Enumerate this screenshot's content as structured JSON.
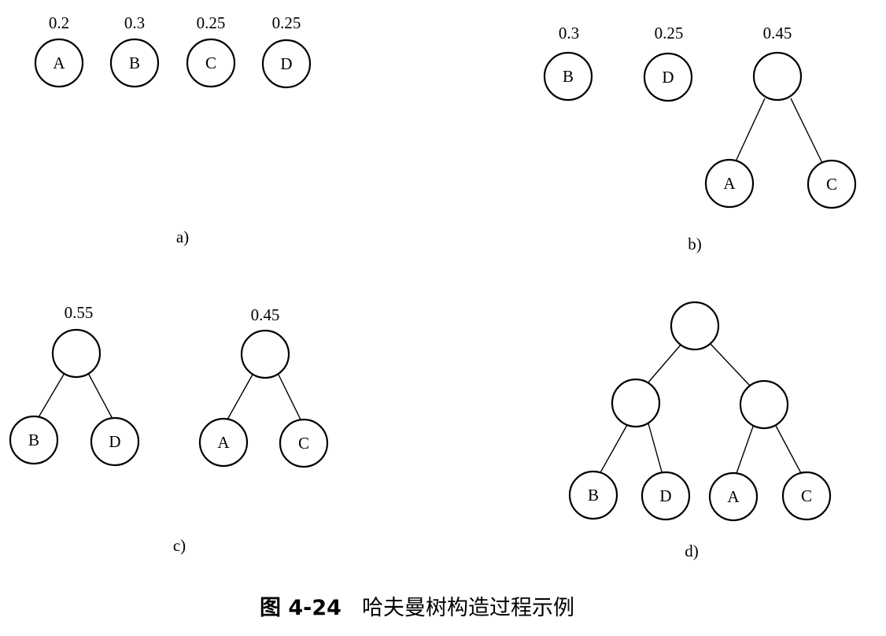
{
  "caption": {
    "number": "图 4-24",
    "text": "哈夫曼树构造过程示例"
  },
  "panels": {
    "a": {
      "label": "a)",
      "nodes": [
        {
          "letter": "A",
          "weight": "0.2"
        },
        {
          "letter": "B",
          "weight": "0.3"
        },
        {
          "letter": "C",
          "weight": "0.25"
        },
        {
          "letter": "D",
          "weight": "0.25"
        }
      ]
    },
    "b": {
      "label": "b)",
      "nodes": [
        {
          "letter": "B",
          "weight": "0.3"
        },
        {
          "letter": "D",
          "weight": "0.25"
        },
        {
          "letter": "",
          "weight": "0.45"
        },
        {
          "letter": "A",
          "weight": ""
        },
        {
          "letter": "C",
          "weight": ""
        }
      ]
    },
    "c": {
      "label": "c)",
      "nodes": [
        {
          "letter": "",
          "weight": "0.55"
        },
        {
          "letter": "B",
          "weight": ""
        },
        {
          "letter": "D",
          "weight": ""
        },
        {
          "letter": "",
          "weight": "0.45"
        },
        {
          "letter": "A",
          "weight": ""
        },
        {
          "letter": "C",
          "weight": ""
        }
      ]
    },
    "d": {
      "label": "d)",
      "nodes": [
        {
          "letter": "",
          "weight": ""
        },
        {
          "letter": "",
          "weight": ""
        },
        {
          "letter": "",
          "weight": ""
        },
        {
          "letter": "B",
          "weight": ""
        },
        {
          "letter": "D",
          "weight": ""
        },
        {
          "letter": "A",
          "weight": ""
        },
        {
          "letter": "C",
          "weight": ""
        }
      ]
    }
  }
}
